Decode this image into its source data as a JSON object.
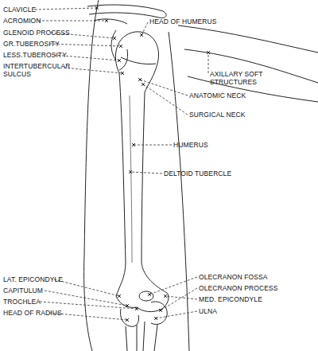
{
  "diagram": {
    "labels": [
      "CLAVICLE",
      "ACROMION",
      "GLENOID PROCESS",
      "GR.TUBEROSITY",
      "LESS.TUBEROSITY",
      "INTERTUBERCULAR SULCUS",
      "HEAD OF HUMERUS",
      "AXILLARY SOFT STRUCTURES",
      "ANATOMIC NECK",
      "SURGICAL NECK",
      "HUMERUS",
      "DELTOID TUBERCLE",
      "LAT. EPICONDYLE",
      "CAPITULUM",
      "TROCHLEA",
      "HEAD OF RADIUS",
      "OLECRANON FOSSA",
      "OLECRANON PROCESS",
      "MED. EPICONDYLE",
      "ULNA"
    ]
  }
}
